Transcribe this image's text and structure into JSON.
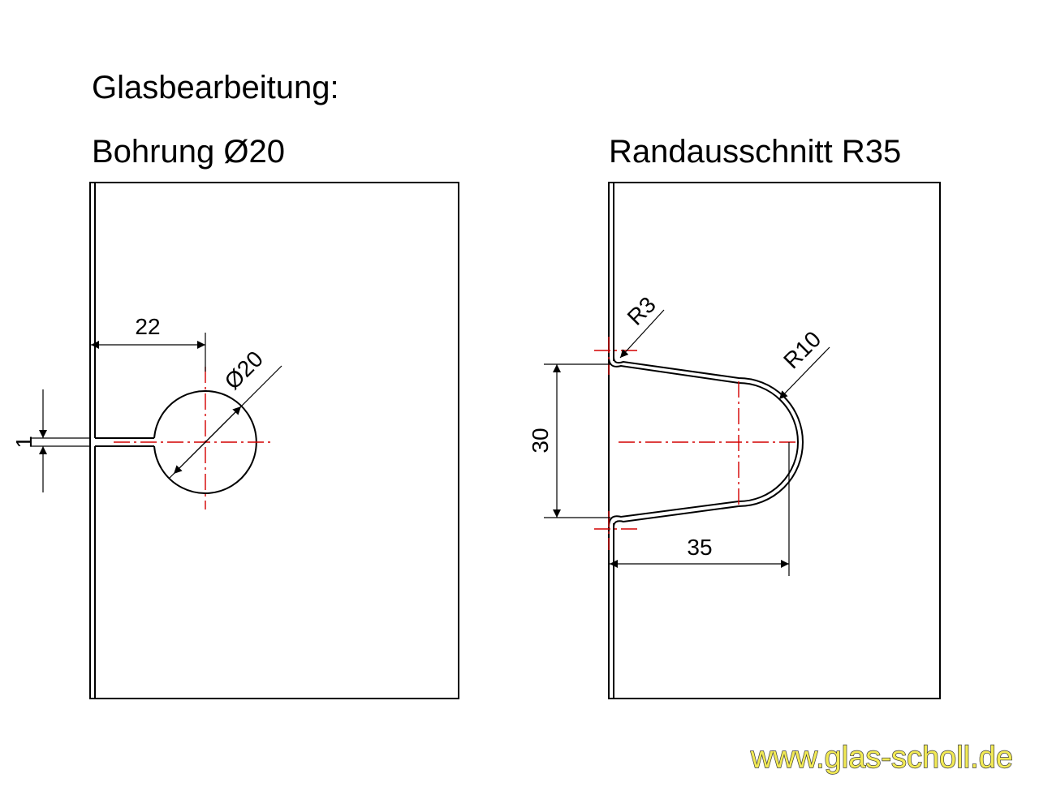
{
  "heading": "Glasbearbeitung:",
  "left_figure": {
    "caption": "Bohrung Ø20",
    "dim_horizontal": "22",
    "dim_diameter": "Ø20",
    "dim_slot": "1"
  },
  "right_figure": {
    "caption": "Randausschnitt R35",
    "dim_radius_small": "R3",
    "dim_radius_large": "R10",
    "dim_vertical": "30",
    "dim_depth": "35"
  },
  "website": "www.glas-scholl.de",
  "colors": {
    "outline": "#000000",
    "centerline": "#d40000",
    "brand_fill": "#f2ea55",
    "brand_stroke": "#3a3a3a"
  }
}
